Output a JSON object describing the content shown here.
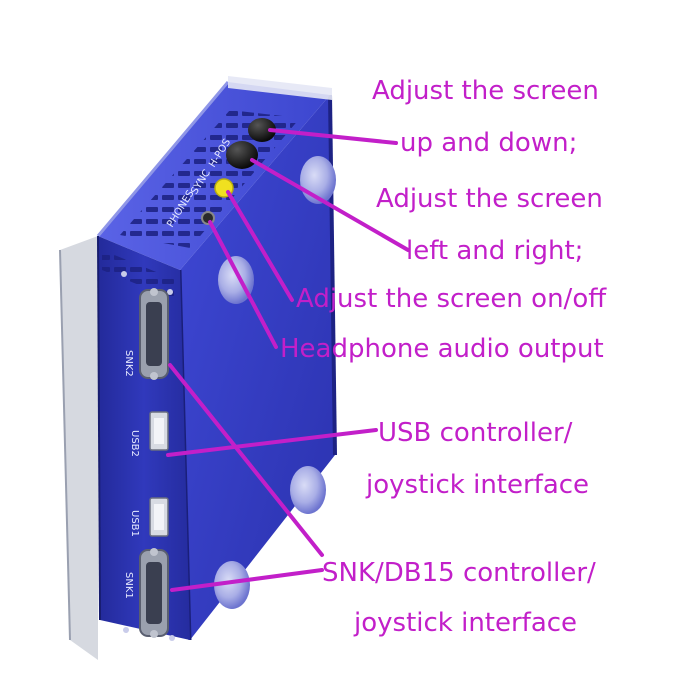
{
  "annotations": [
    {
      "id": "up-down",
      "text": "Adjust the screen"
    },
    {
      "id": "up-down-2",
      "text": "up and down;"
    },
    {
      "id": "left-right",
      "text": "Adjust the screen"
    },
    {
      "id": "left-right-2",
      "text": "left and right;"
    },
    {
      "id": "on-off",
      "text": "Adjust the screen on/off"
    },
    {
      "id": "headphone",
      "text": "Headphone audio output"
    },
    {
      "id": "usb",
      "text": "USB controller/"
    },
    {
      "id": "usb-2",
      "text": "joystick interface"
    },
    {
      "id": "db15",
      "text": "SNK/DB15 controller/"
    },
    {
      "id": "db15-2",
      "text": "joystick interface"
    }
  ],
  "device_labels": {
    "snk2": "SNK2",
    "usb2": "USB2",
    "usb1": "USB1",
    "snk1": "SNK1",
    "phones": "PHONES",
    "sync": "SYNC",
    "hpos": "H-POS"
  },
  "colors": {
    "label": "#c21fc9",
    "arrow": "#c21fc9",
    "enclosure": "#2e35b8",
    "button": "#f0e020"
  }
}
